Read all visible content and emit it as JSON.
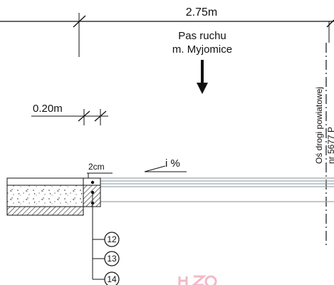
{
  "dimensions": {
    "top_width": "2.75m",
    "left_width": "0.20m",
    "joint": "2cm"
  },
  "lane": {
    "line1": "Pas ruchu",
    "line2": "m. Myjomice"
  },
  "slope": "i %",
  "axis_label_line1": "Oś drogi powiatowej",
  "axis_label_line2": "nr 5677 P",
  "callouts": [
    "12",
    "13",
    "14"
  ],
  "colors": {
    "ink": "#111111",
    "road_layers": "#9aa6ad",
    "stamp": "#f2b9c7"
  }
}
